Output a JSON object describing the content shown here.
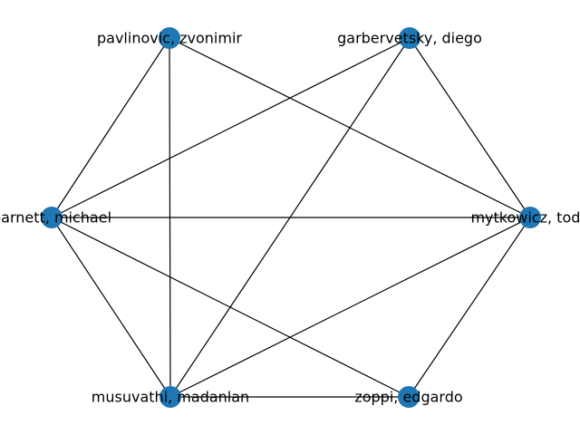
{
  "graph": {
    "node_color": "#1f77b4",
    "edge_color": "#000000",
    "nodes": [
      {
        "id": "pavlinovic",
        "label": "pavlinovic, zvonimir"
      },
      {
        "id": "garbervetsky",
        "label": "garbervetsky, diego"
      },
      {
        "id": "barnett",
        "label": "barnett, michael"
      },
      {
        "id": "mytkowicz",
        "label": "mytkowicz, todd"
      },
      {
        "id": "musuvathi",
        "label": "musuvathi, madanlan"
      },
      {
        "id": "zoppi",
        "label": "zoppi, edgardo"
      }
    ],
    "edges": [
      [
        "pavlinovic",
        "barnett"
      ],
      [
        "pavlinovic",
        "musuvathi"
      ],
      [
        "pavlinovic",
        "mytkowicz"
      ],
      [
        "garbervetsky",
        "barnett"
      ],
      [
        "garbervetsky",
        "musuvathi"
      ],
      [
        "garbervetsky",
        "mytkowicz"
      ],
      [
        "barnett",
        "mytkowicz"
      ],
      [
        "barnett",
        "musuvathi"
      ],
      [
        "barnett",
        "zoppi"
      ],
      [
        "mytkowicz",
        "musuvathi"
      ],
      [
        "mytkowicz",
        "zoppi"
      ],
      [
        "musuvathi",
        "zoppi"
      ]
    ]
  }
}
